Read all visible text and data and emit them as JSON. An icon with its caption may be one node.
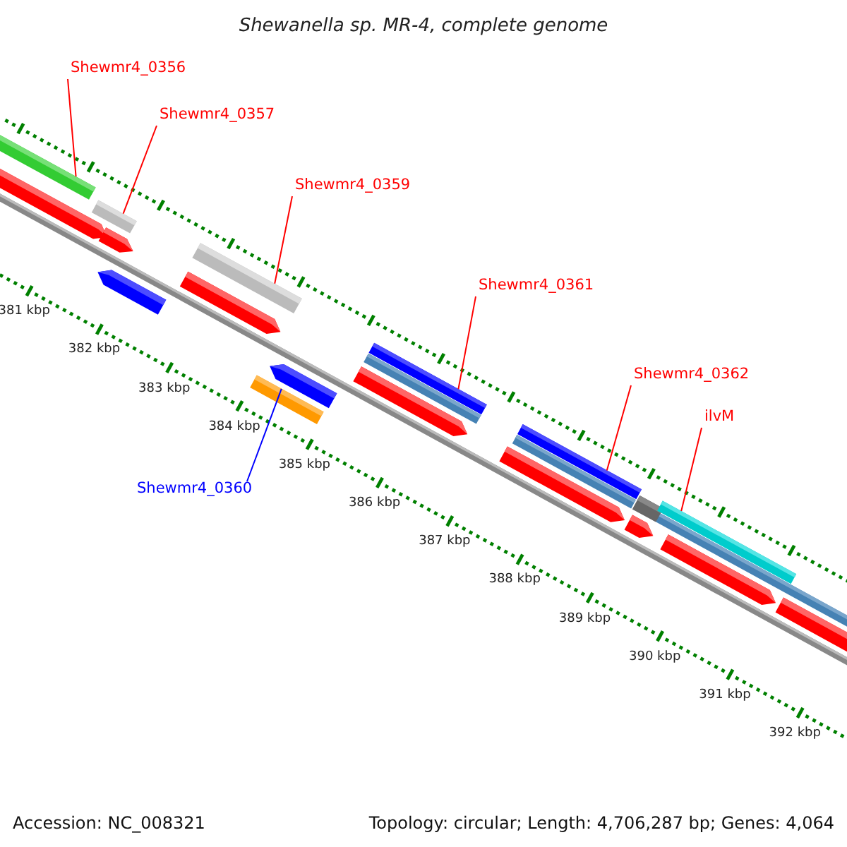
{
  "diagram": {
    "title": "Shewanella sp. MR-4, complete genome",
    "nodes": [
      {
        "text": [
          "Shewmr4_0356"
        ]
      },
      {
        "text": [],
        "shape": "bar"
      },
      {
        "text": [
          "Shewmr4_0357"
        ]
      },
      {
        "text": [],
        "shape": "bar"
      },
      {
        "text": [
          "Shewmr4_0359"
        ]
      },
      {
        "text": [],
        "shape": "bar"
      },
      {
        "text": [
          "Shewmr4_0361"
        ]
      },
      {
        "text": [],
        "shape": "bar"
      },
      {
        "text": [
          "Shewmr4_0362"
        ]
      },
      {
        "text": [],
        "shape": "bar"
      },
      {
        "text": [
          "ilvM"
        ]
      },
      {
        "text": [],
        "shape": "bar"
      },
      {
        "text": [
          "Shewmr4_0360"
        ]
      },
      {
        "text": [],
        "shape": "bar"
      }
    ],
    "edges": [
      {
        "from": 0,
        "to": 1,
        "arrow": "none"
      },
      {
        "from": 2,
        "to": 3,
        "arrow": "none"
      },
      {
        "from": 4,
        "to": 5,
        "arrow": "none"
      },
      {
        "from": 6,
        "to": 7,
        "arrow": "none"
      },
      {
        "from": 8,
        "to": 9,
        "arrow": "none"
      },
      {
        "from": 10,
        "to": 11,
        "arrow": "none"
      },
      {
        "from": 12,
        "to": 13,
        "arrow": "none",
        "color": "#0000ff"
      }
    ],
    "labels": [
      "381 kbp",
      "382 kbp",
      "383 kbp",
      "384 kbp",
      "385 kbp",
      "386 kbp",
      "387 kbp",
      "388 kbp",
      "389 kbp",
      "390 kbp",
      "391 kbp",
      "392 kbp",
      "Accession: NC_008321",
      "Topology: circular; Length: 4,706,287 bp; Genes: 4,064"
    ]
  }
}
